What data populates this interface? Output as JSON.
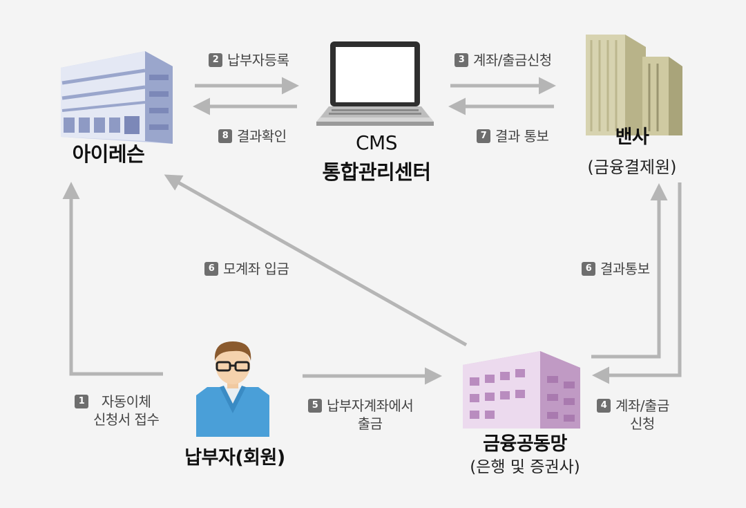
{
  "nodes": {
    "ilessons": {
      "label": "아이레슨"
    },
    "cms": {
      "label_line1": "CMS",
      "label_line2": "통합관리센터"
    },
    "vansa": {
      "label": "밴사",
      "sublabel": "(금융결제원)"
    },
    "member": {
      "label": "납부자(회원)"
    },
    "financial_network": {
      "label": "금융공동망",
      "sublabel": "(은행 및 증권사)"
    }
  },
  "steps": [
    {
      "id": "step-1",
      "num": "1",
      "line1": "자동이체",
      "line2": "신청서 접수"
    },
    {
      "id": "step-2",
      "num": "2",
      "line1": "납부자등록"
    },
    {
      "id": "step-3",
      "num": "3",
      "line1": "계좌/출금신청"
    },
    {
      "id": "step-4",
      "num": "4",
      "line1": "계좌/출금",
      "line2": "신청"
    },
    {
      "id": "step-5",
      "num": "5",
      "line1": "납부자계좌에서",
      "line2": "출금"
    },
    {
      "id": "step-6a",
      "num": "6",
      "line1": "모계좌 입금"
    },
    {
      "id": "step-6b",
      "num": "6",
      "line1": "결과통보"
    },
    {
      "id": "step-7",
      "num": "7",
      "line1": "결과 통보"
    },
    {
      "id": "step-8",
      "num": "8",
      "line1": "결과확인"
    }
  ],
  "colors": {
    "arrow": "#b5b5b5",
    "badge": "#6e6e6e",
    "office_building": "#b9c3e0",
    "bank_building": "#c8c49a",
    "network_building": "#d6b4d8",
    "member_shirt": "#4a9fd8"
  }
}
